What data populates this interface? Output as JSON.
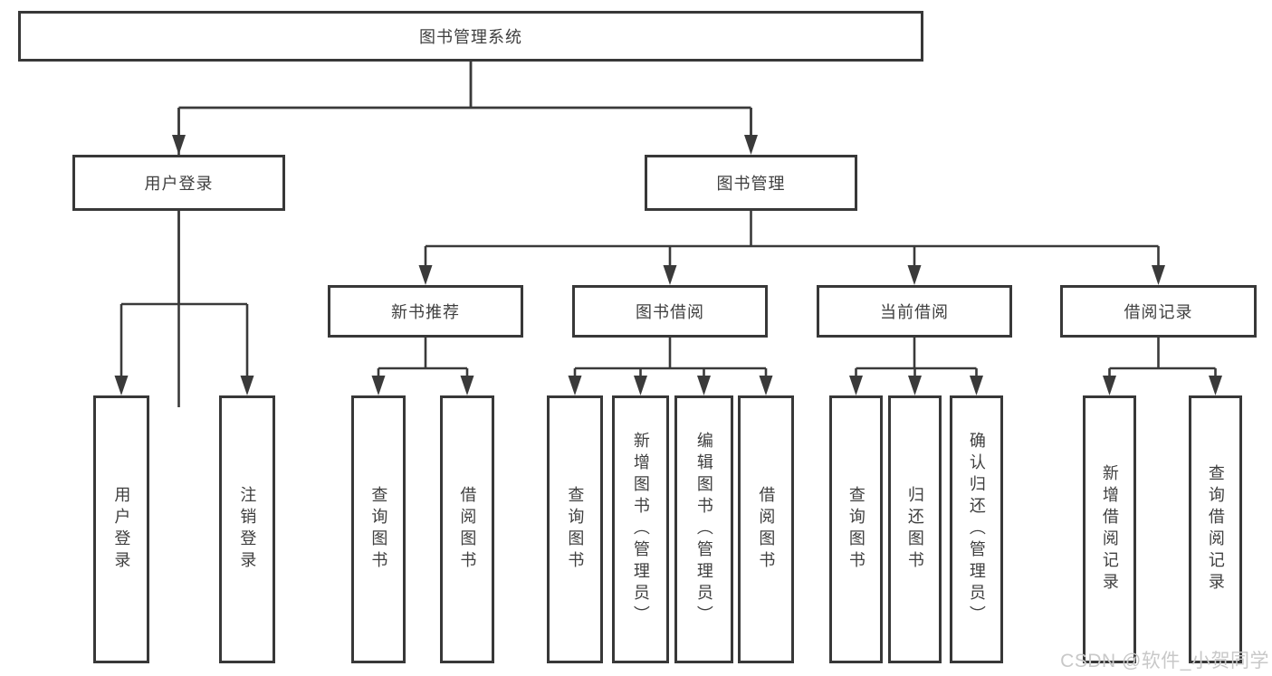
{
  "tree": {
    "label": "图书管理系统",
    "children": [
      {
        "label": "用户登录",
        "children": [
          {
            "label": "用户登录"
          },
          {
            "label": "注销登录"
          }
        ]
      },
      {
        "label": "图书管理",
        "children": [
          {
            "label": "新书推荐",
            "children": [
              {
                "label": "查询图书"
              },
              {
                "label": "借阅图书"
              }
            ]
          },
          {
            "label": "图书借阅",
            "children": [
              {
                "label": "查询图书"
              },
              {
                "label": "新增图书（管理员）"
              },
              {
                "label": "编辑图书（管理员）"
              },
              {
                "label": "借阅图书"
              }
            ]
          },
          {
            "label": "当前借阅",
            "children": [
              {
                "label": "查询图书"
              },
              {
                "label": "归还图书"
              },
              {
                "label": "确认归还（管理员）"
              }
            ]
          },
          {
            "label": "借阅记录",
            "children": [
              {
                "label": "新增借阅记录"
              },
              {
                "label": "查询借阅记录"
              }
            ]
          }
        ]
      }
    ]
  },
  "watermark": "CSDN @软件_小贺同学",
  "colors": {
    "line": "#3a3a3a",
    "box_border": "#383838",
    "text": "#3f3f3f",
    "background": "#ffffff",
    "watermark": "#c8c8c8"
  }
}
